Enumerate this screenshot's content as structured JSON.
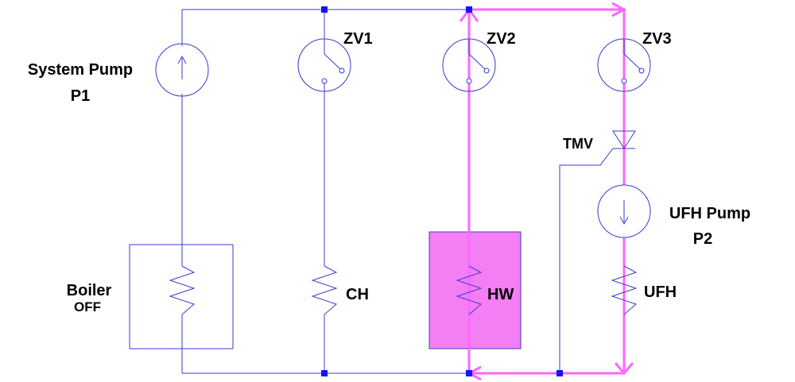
{
  "colors": {
    "wire": "#3b3bd0",
    "node": "#1414ff",
    "flow": "#ff66ff",
    "flow_fill": "#f47ef4",
    "text": "#000000",
    "background": "#ffffff"
  },
  "labels": {
    "system_pump": "System Pump",
    "system_pump_id": "P1",
    "zv1": "ZV1",
    "zv2": "ZV2",
    "zv3": "ZV3",
    "tmv": "TMV",
    "ufh_pump": "UFH Pump",
    "ufh_pump_id": "P2",
    "boiler": "Boiler",
    "boiler_state": "OFF",
    "ch": "CH",
    "hw": "HW",
    "ufh": "UFH"
  },
  "state": {
    "boiler_on": false,
    "active_path": "hw-ufh-loop"
  }
}
